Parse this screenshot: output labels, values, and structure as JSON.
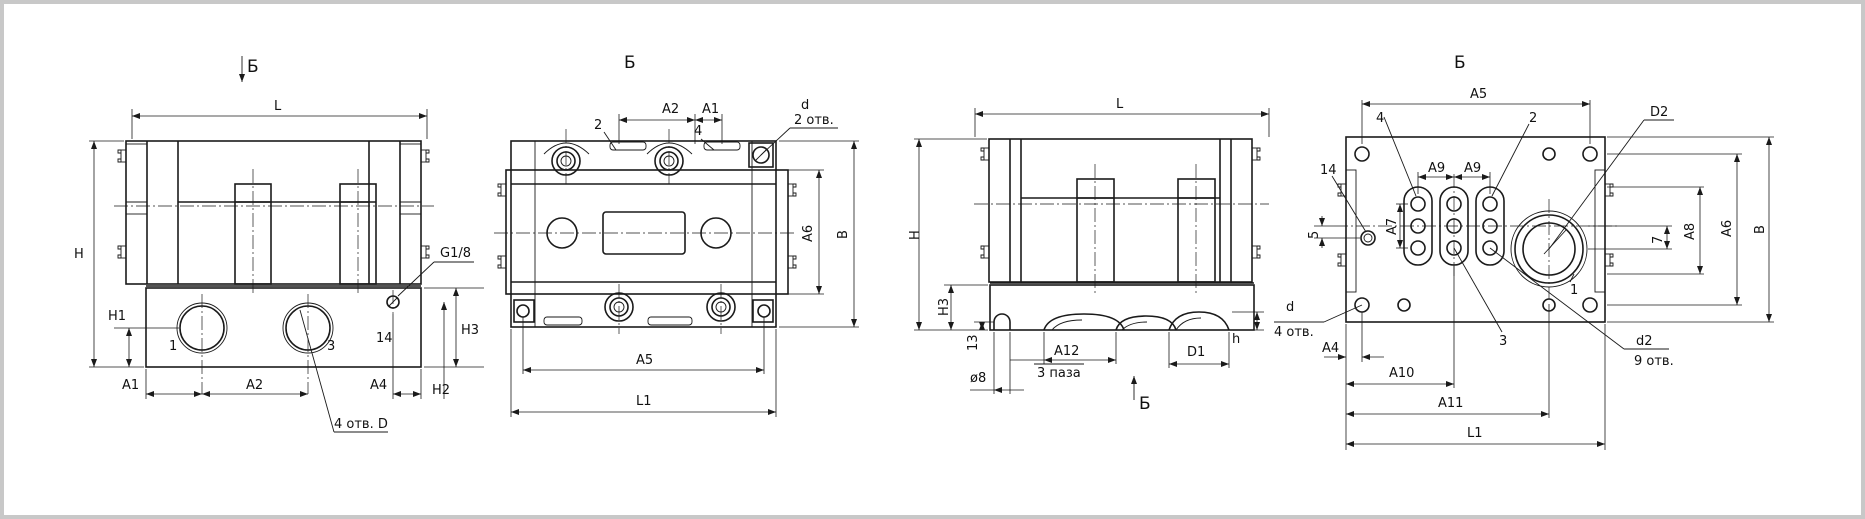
{
  "sheet": {
    "title": ""
  },
  "views": {
    "front_left": {
      "labels": {
        "arrow": "Б",
        "L": "L",
        "H": "H",
        "H1": "H1",
        "H2": "H2",
        "H3": "H3",
        "A1": "A1",
        "A2": "A2",
        "A4": "A4",
        "G": "G1/8",
        "p1": "1",
        "p3": "3",
        "p14": "14",
        "holes": "4 отв. D"
      }
    },
    "top_left": {
      "labels": {
        "title": "Б",
        "A1": "A1",
        "A2": "A2",
        "d": "d",
        "two_holes": "2 отв.",
        "p2": "2",
        "p4": "4",
        "A5": "A5",
        "A6": "A6",
        "B": "B",
        "L1": "L1"
      }
    },
    "front_right": {
      "labels": {
        "L": "L",
        "H": "H",
        "H3": "H3",
        "d13": "13",
        "A12": "A12",
        "slots": "3 паза",
        "D1": "D1",
        "h": "h",
        "phi8": "ø8",
        "arrow": "Б"
      }
    },
    "bottom_right": {
      "labels": {
        "title": "Б",
        "A5": "A5",
        "D2": "D2",
        "p4": "4",
        "p2": "2",
        "A9a": "A9",
        "A9b": "A9",
        "p14": "14",
        "A7": "A7",
        "d5": "5",
        "A8": "A8",
        "A6": "A6",
        "B": "B",
        "d7": "7",
        "p1": "1",
        "p3": "3",
        "d": "d",
        "holes4": "4 отв.",
        "d2": "d2",
        "holes9": "9 отв.",
        "A4": "A4",
        "A10": "A10",
        "A11": "A11",
        "L1": "L1"
      }
    }
  }
}
